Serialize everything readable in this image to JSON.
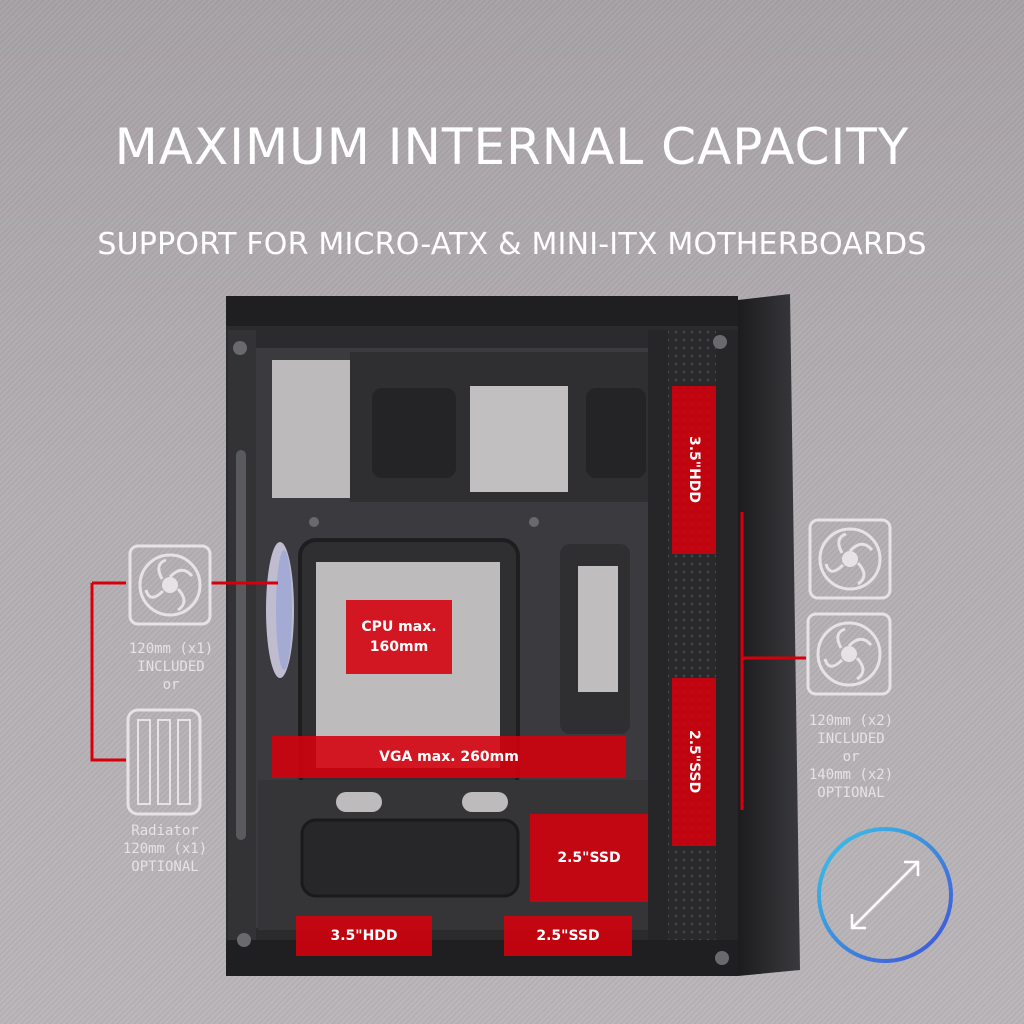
{
  "heading": {
    "title": "MAXIMUM INTERNAL CAPACITY",
    "subtitle": "SUPPORT FOR MICRO-ATX & MINI-ITX MOTHERBOARDS"
  },
  "labels": {
    "cpu": "CPU max. 160mm",
    "vga": "VGA max. 260mm",
    "hdd_front": "3.5\"HDD",
    "ssd_front": "2.5\"SSD",
    "ssd_mid": "2.5\"SSD",
    "hdd_bottom": "3.5\"HDD",
    "ssd_bottom": "2.5\"SSD"
  },
  "rear_fan": {
    "line1": "120mm (x1)",
    "line2": "INCLUDED",
    "line3": "or"
  },
  "radiator": {
    "line1": "Radiator",
    "line2": "120mm (x1)",
    "line3": "OPTIONAL"
  },
  "front_fans": {
    "line1": "120mm (x2)",
    "line2": "INCLUDED",
    "line3": "or",
    "line4": "140mm (x2)",
    "line5": "OPTIONAL"
  },
  "icons": {
    "expand": "diagonal-double-arrow-icon",
    "fan": "fan-icon",
    "radiator": "radiator-icon"
  },
  "colors": {
    "accent_red": "#d6000c",
    "ring_gradient_start": "#39c6e6",
    "ring_gradient_end": "#4150d8"
  }
}
